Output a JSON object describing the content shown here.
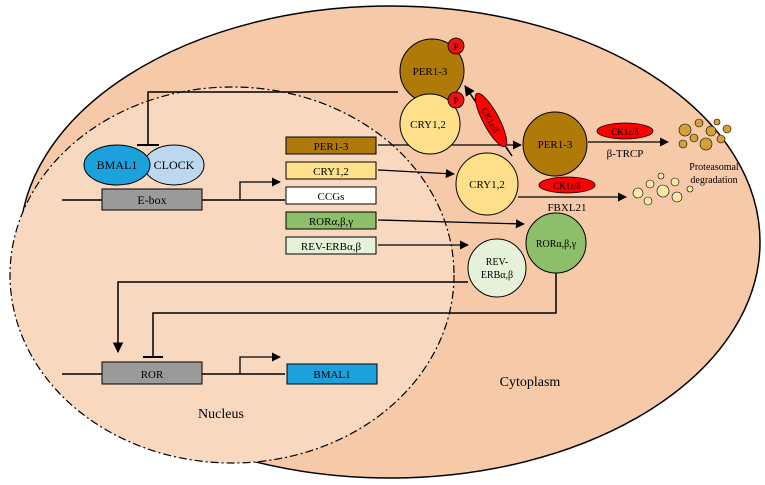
{
  "colors": {
    "cell_fill": "#f6c9a8",
    "nucleus_fill": "#f8d8bf",
    "per_dark": "#b07a08",
    "cry_light": "#ffe08a",
    "ror_green": "#8dbf6a",
    "rev_light": "#e5f2d9",
    "bmal_blue": "#1ba1dc",
    "clock_blue": "#bcd7ee",
    "ebox_gray": "#9a9a9a",
    "ck_red": "#ff0000",
    "phospho_red": "#ee1111",
    "degradation_tan": "#d2a13a",
    "degradation_light": "#fbe8a6"
  },
  "compartments": {
    "nucleus": "Nucleus",
    "cytoplasm": "Cytoplasm"
  },
  "nucleus_complex": {
    "bmal1": "BMAL1",
    "clock": "CLOCK",
    "ebox": "E-box"
  },
  "target_genes": [
    {
      "key": "per",
      "label": "PER1-3"
    },
    {
      "key": "cry",
      "label": "CRY1,2"
    },
    {
      "key": "ccgs",
      "label": "CCGs"
    },
    {
      "key": "ror",
      "label": "RORα,β,γ"
    },
    {
      "key": "rev",
      "label": "REV-ERBα,β"
    }
  ],
  "proteins": {
    "per_complex": "PER1-3",
    "cry_complex": "CRY1,2",
    "phospho": "P",
    "per_cyto": "PER1-3",
    "cry_cyto": "CRY1,2",
    "ror_cyto": "RORα,β,γ",
    "rev_cyto_line1": "REV-",
    "rev_cyto_line2": "ERBα,β"
  },
  "kinases": {
    "ck_complex": "CK1ε/δ",
    "ck_per": "CK1ε/δ",
    "ck_cry": "CK1ε/δ"
  },
  "ligases": {
    "btrcp": "β-TRCP",
    "fbxl21": "FBXL21"
  },
  "degradation": {
    "line1": "Proteasomal",
    "line2": "degradation"
  },
  "ror_promoter": {
    "element": "ROR",
    "gene": "BMAL1"
  }
}
